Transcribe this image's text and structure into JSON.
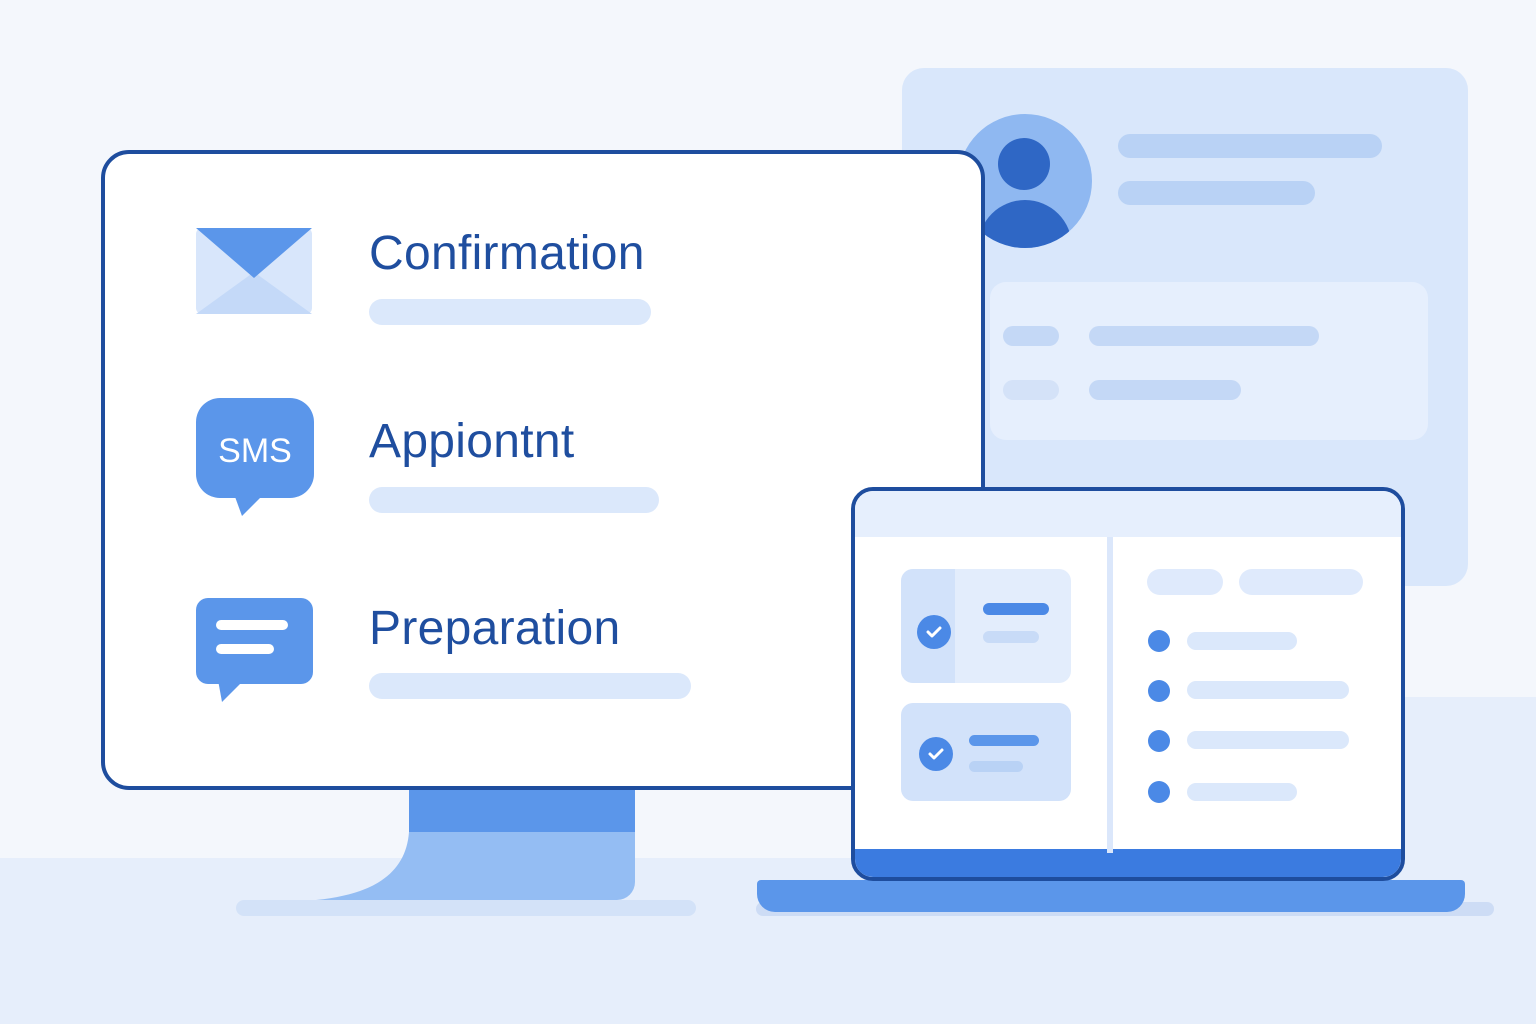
{
  "monitor": {
    "rows": [
      {
        "title": "Confirmation",
        "icon": "envelope-icon"
      },
      {
        "title": "Appiontnt",
        "icon": "sms-bubble-icon",
        "icon_text": "SMS"
      },
      {
        "title": "Preparation",
        "icon": "message-bubble-icon"
      }
    ]
  },
  "profile_card": {
    "avatar_icon": "user-avatar-icon"
  },
  "laptop": {
    "task_icons": [
      "check-circle-icon",
      "check-circle-icon"
    ]
  },
  "colors": {
    "accent": "#4b89e6",
    "dark_blue": "#1e4d9e",
    "light_blue": "#dbe8fb"
  }
}
